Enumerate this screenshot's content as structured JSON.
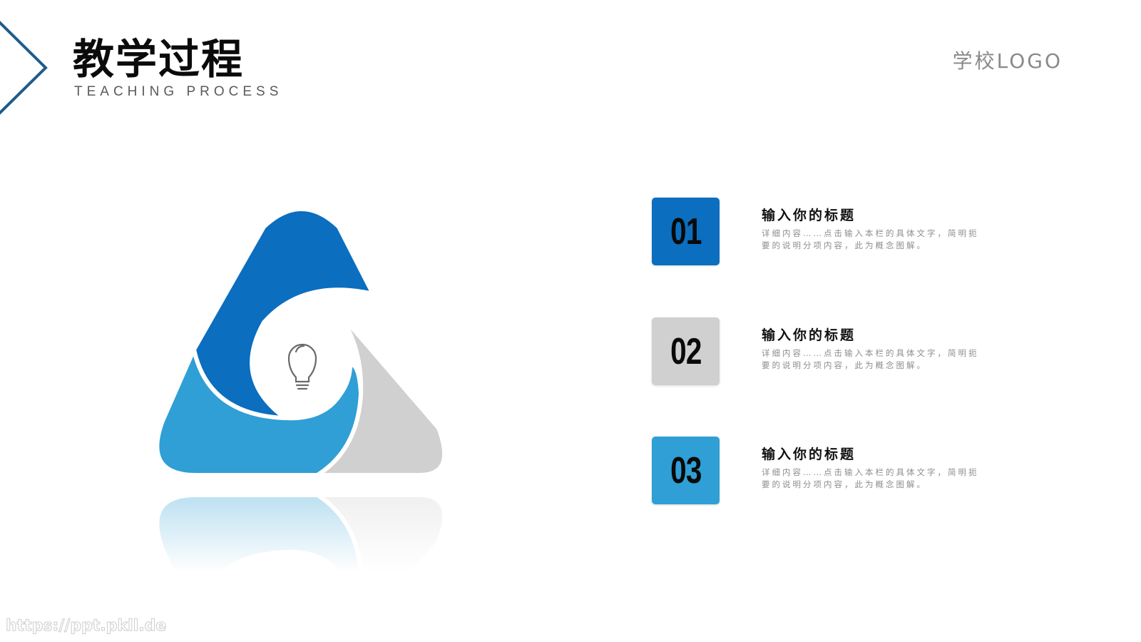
{
  "header": {
    "title": "教学过程",
    "subtitle": "TEACHING PROCESS"
  },
  "logo_text": "学校LOGO",
  "colors": {
    "dark_blue": "#0b6ebf",
    "mid_blue": "#2f9fd5",
    "gray": "#d0d0d0",
    "chevron": "#1d5c8c"
  },
  "diagram": {
    "center_icon": "lightbulb-icon"
  },
  "steps": [
    {
      "number": "01",
      "title": "输入你的标题",
      "description": "详细内容……点击输入本栏的具体文字，简明扼要的说明分项内容，此为概念图解。",
      "color": "#0b6ebf"
    },
    {
      "number": "02",
      "title": "输入你的标题",
      "description": "详细内容……点击输入本栏的具体文字，简明扼要的说明分项内容，此为概念图解。",
      "color": "#d0d0d0"
    },
    {
      "number": "03",
      "title": "输入你的标题",
      "description": "详细内容……点击输入本栏的具体文字，简明扼要的说明分项内容，此为概念图解。",
      "color": "#2f9fd5"
    }
  ],
  "watermark": "https://ppt.pkll.de"
}
